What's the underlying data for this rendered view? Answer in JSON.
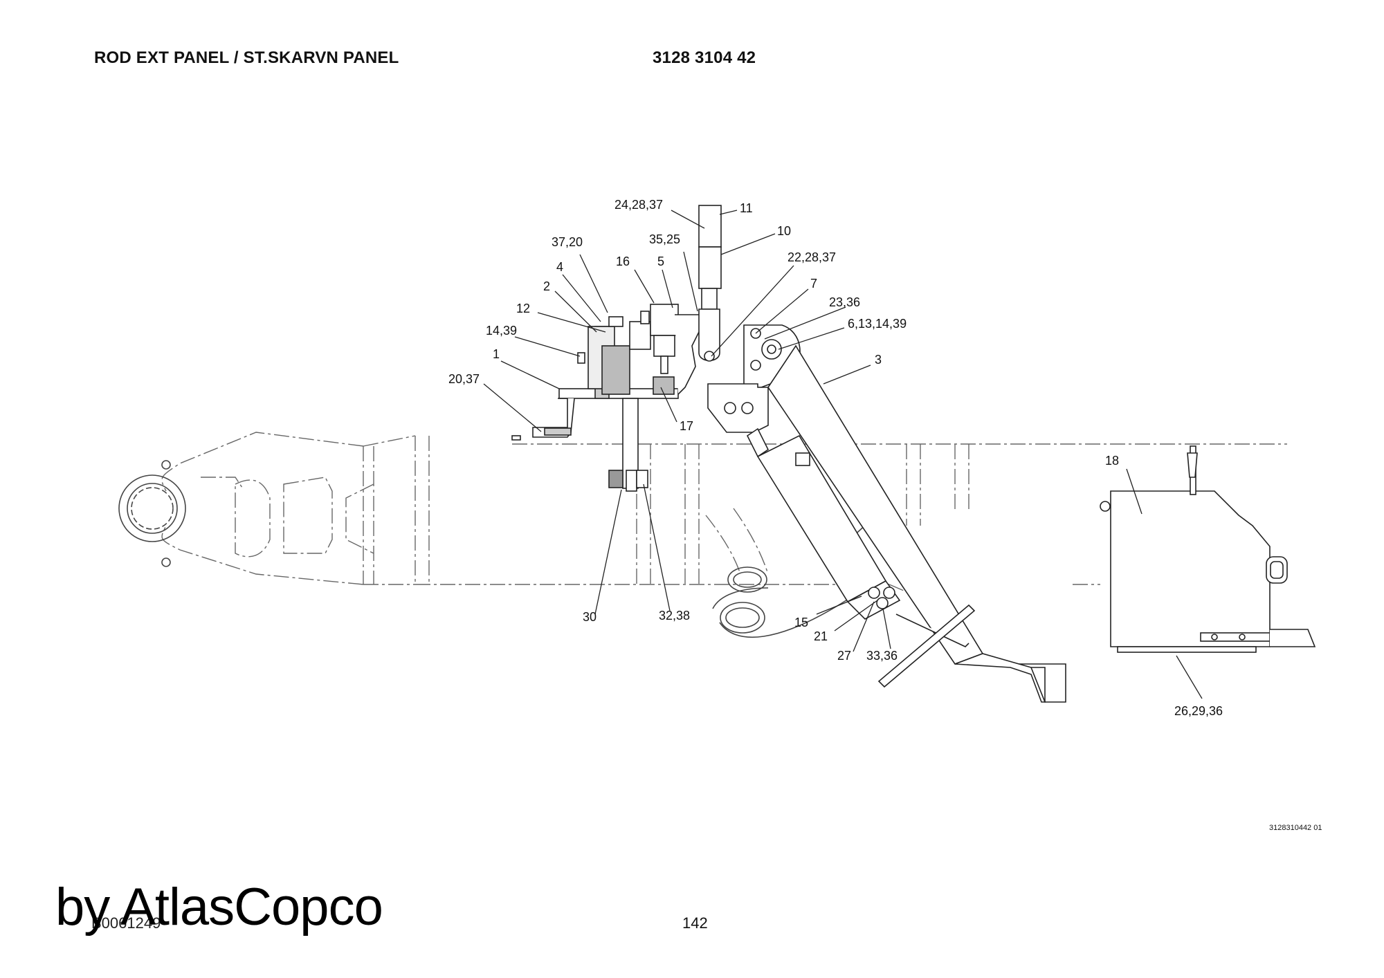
{
  "header": {
    "title": "ROD EXT PANEL / ST.SKARVN PANEL",
    "part_number": "3128 3104 42"
  },
  "diagram": {
    "callouts": [
      {
        "id": "c-24-28-37",
        "label": "24,28,37"
      },
      {
        "id": "c-11",
        "label": "11"
      },
      {
        "id": "c-10",
        "label": "10"
      },
      {
        "id": "c-37-20",
        "label": "37,20"
      },
      {
        "id": "c-35-25",
        "label": "35,25"
      },
      {
        "id": "c-16",
        "label": "16"
      },
      {
        "id": "c-5",
        "label": "5"
      },
      {
        "id": "c-22-28-37",
        "label": "22,28,37"
      },
      {
        "id": "c-4",
        "label": "4"
      },
      {
        "id": "c-7",
        "label": "7"
      },
      {
        "id": "c-2",
        "label": "2"
      },
      {
        "id": "c-23-36",
        "label": "23,36"
      },
      {
        "id": "c-12",
        "label": "12"
      },
      {
        "id": "c-6-13-14-39",
        "label": "6,13,14,39"
      },
      {
        "id": "c-14-39",
        "label": "14,39"
      },
      {
        "id": "c-3",
        "label": "3"
      },
      {
        "id": "c-1",
        "label": "1"
      },
      {
        "id": "c-20-37",
        "label": "20,37"
      },
      {
        "id": "c-17",
        "label": "17"
      },
      {
        "id": "c-18",
        "label": "18"
      },
      {
        "id": "c-30",
        "label": "30"
      },
      {
        "id": "c-32-38",
        "label": "32,38"
      },
      {
        "id": "c-15",
        "label": "15"
      },
      {
        "id": "c-21",
        "label": "21"
      },
      {
        "id": "c-27",
        "label": "27"
      },
      {
        "id": "c-33-36",
        "label": "33,36"
      },
      {
        "id": "c-26-29-36",
        "label": "26,29,36"
      }
    ]
  },
  "footer": {
    "drawing_code": "3128310442 01",
    "doc_code": "B0061249",
    "page_number": "142",
    "watermark": "by AtlasCopco"
  }
}
